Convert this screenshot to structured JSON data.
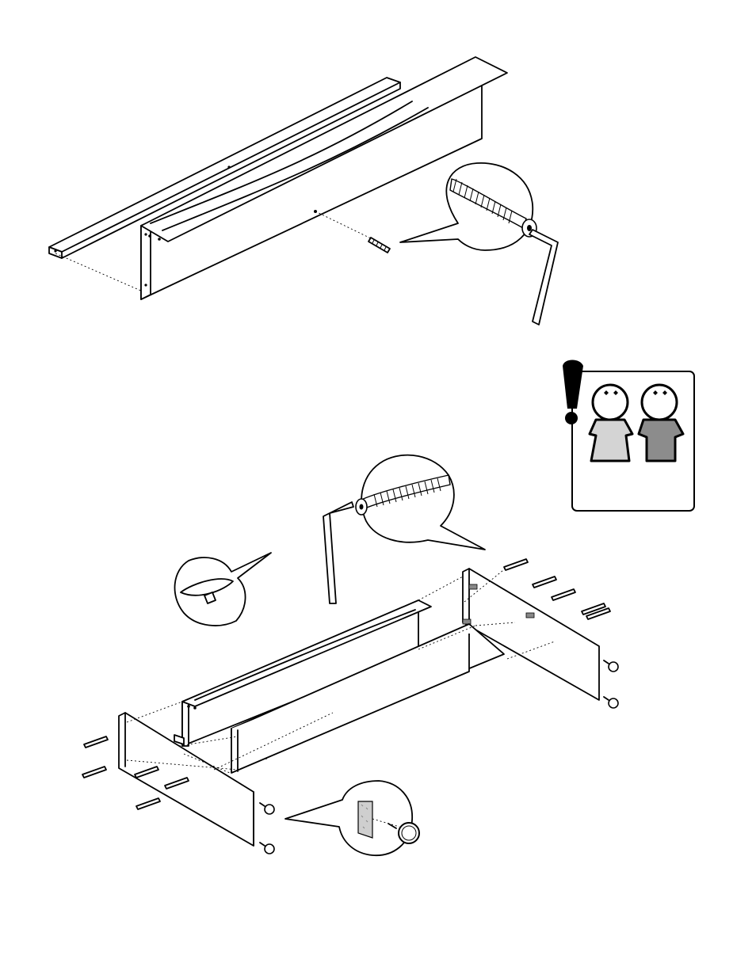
{
  "page": {
    "kind": "assembly-instruction-sheet",
    "text_content": ""
  },
  "steps": [
    {
      "id": "step-1",
      "parts": [
        "long-panel-with-top-rail",
        "cam-screw",
        "allen-key"
      ],
      "detail": "magnified-cam-screw-with-allen-key"
    },
    {
      "id": "step-2",
      "parts": [
        "left-side-panel",
        "right-side-panel",
        "back-panel",
        "shelf-panel",
        "cam-screws",
        "round-feet"
      ],
      "details": [
        "magnified-cam-screw-with-allen-key",
        "magnified-shelf-pin",
        "magnified-round-foot"
      ]
    }
  ],
  "warning": {
    "icon": "exclamation-icon",
    "pictogram": "two-people-icon",
    "colors": {
      "person_left": "#d4d4d4",
      "person_right": "#8c8c8c",
      "outline": "#000000"
    }
  }
}
